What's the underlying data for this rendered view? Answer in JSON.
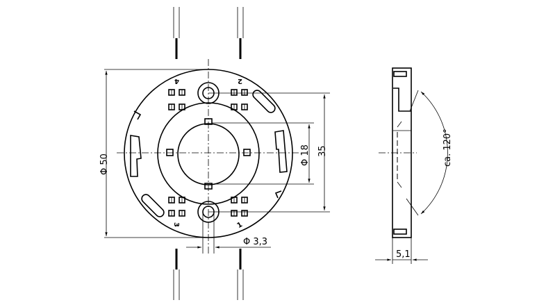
{
  "front_view": {
    "dim_outer_diameter": "Φ 50",
    "dim_hole_spacing": "35",
    "dim_center_diameter": "Φ 18",
    "dim_hole_diameter": "Φ 3,3",
    "pin_labels": [
      "1",
      "2",
      "3",
      "4"
    ]
  },
  "side_view": {
    "dim_thickness": "5,1",
    "dim_angle": "ca. 120°"
  }
}
